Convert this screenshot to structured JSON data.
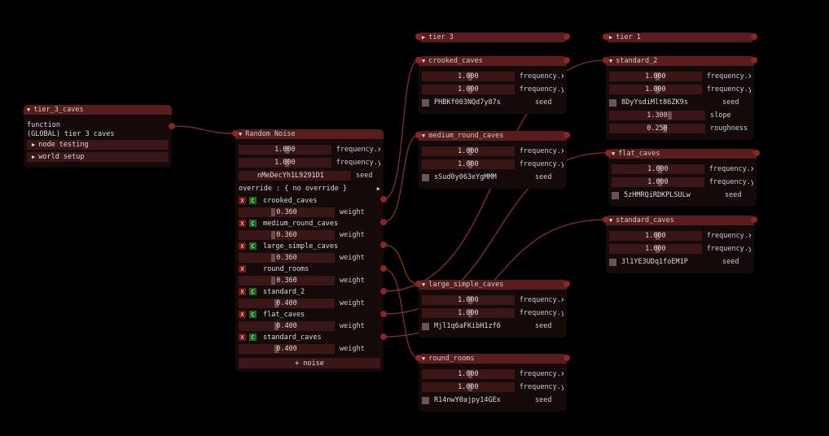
{
  "colors": {
    "background": "#000000",
    "header": "#5a1d1d",
    "field": "#3a1616",
    "wire": "#8a2e2e",
    "port": "#8a2626"
  },
  "tier3_caves": {
    "title": "tier_3_caves",
    "function_label": "function",
    "function_value": "(GLOBAL) tier 3 caves",
    "sections": [
      "node testing",
      "world setup"
    ]
  },
  "random_noise": {
    "title": "Random Noise",
    "frequency_x": "1.000",
    "frequency_x_label": "frequency.x",
    "frequency_y": "1.000",
    "frequency_y_label": "frequency.y",
    "seed": "nMeDecYh1L9291D1",
    "seed_label": "seed",
    "override": "override : { no override }",
    "weight_label": "weight",
    "entries": [
      {
        "name": "crooked_caves",
        "weight": "0.360"
      },
      {
        "name": "medium_round_caves",
        "weight": "0.360"
      },
      {
        "name": "large_simple_caves",
        "weight": "0.360"
      },
      {
        "name": "round_rooms",
        "weight": "0.360"
      },
      {
        "name": "standard_2",
        "weight": "0.400"
      },
      {
        "name": "flat_caves",
        "weight": "0.400"
      },
      {
        "name": "standard_caves",
        "weight": "0.400"
      }
    ],
    "add_label": "+ noise",
    "x_label": "X",
    "c_label": "C"
  },
  "tier3": {
    "title": "tier 3"
  },
  "tier1": {
    "title": "tier 1"
  },
  "crooked_caves": {
    "title": "crooked_caves",
    "fx": "1.000",
    "fy": "1.000",
    "fx_label": "frequency.x",
    "fy_label": "frequency.y",
    "seed": "PHBKf003NQd7y87s",
    "seed_label": "seed"
  },
  "medium_round_caves": {
    "title": "medium_round_caves",
    "fx": "1.000",
    "fy": "1.000",
    "fx_label": "frequency.x",
    "fy_label": "frequency.y",
    "seed": "sSud0y063eYgMMM",
    "seed_label": "seed"
  },
  "large_simple_caves": {
    "title": "large_simple_caves",
    "fx": "1.000",
    "fy": "1.000",
    "fx_label": "frequency.x",
    "fy_label": "frequency.y",
    "seed": "Mjl1q6aFKibH1zf6",
    "seed_label": "seed"
  },
  "round_rooms": {
    "title": "round_rooms",
    "fx": "1.000",
    "fy": "1.000",
    "fx_label": "frequency.x",
    "fy_label": "frequency.y",
    "seed": "R14nwY0ajpy14GEx",
    "seed_label": "seed"
  },
  "standard_2": {
    "title": "standard_2",
    "fx": "1.000",
    "fy": "1.000",
    "fx_label": "frequency.x",
    "fy_label": "frequency.y",
    "seed": "8DyYsdiMlt86ZK9s",
    "seed_label": "seed",
    "slope": "1.300",
    "slope_label": "slope",
    "roughness": "0.250",
    "roughness_label": "roughness"
  },
  "flat_caves": {
    "title": "flat_caves",
    "fx": "1.000",
    "fy": "1.000",
    "fx_label": "frequency.x",
    "fy_label": "frequency.y",
    "seed": "5zHMRQiRDKPLSULw",
    "seed_label": "seed"
  },
  "standard_caves": {
    "title": "standard_caves",
    "fx": "1.000",
    "fy": "1.000",
    "fx_label": "frequency.x",
    "fy_label": "frequency.y",
    "seed": "3l1YE3UDq1foEM1P",
    "seed_label": "seed"
  }
}
